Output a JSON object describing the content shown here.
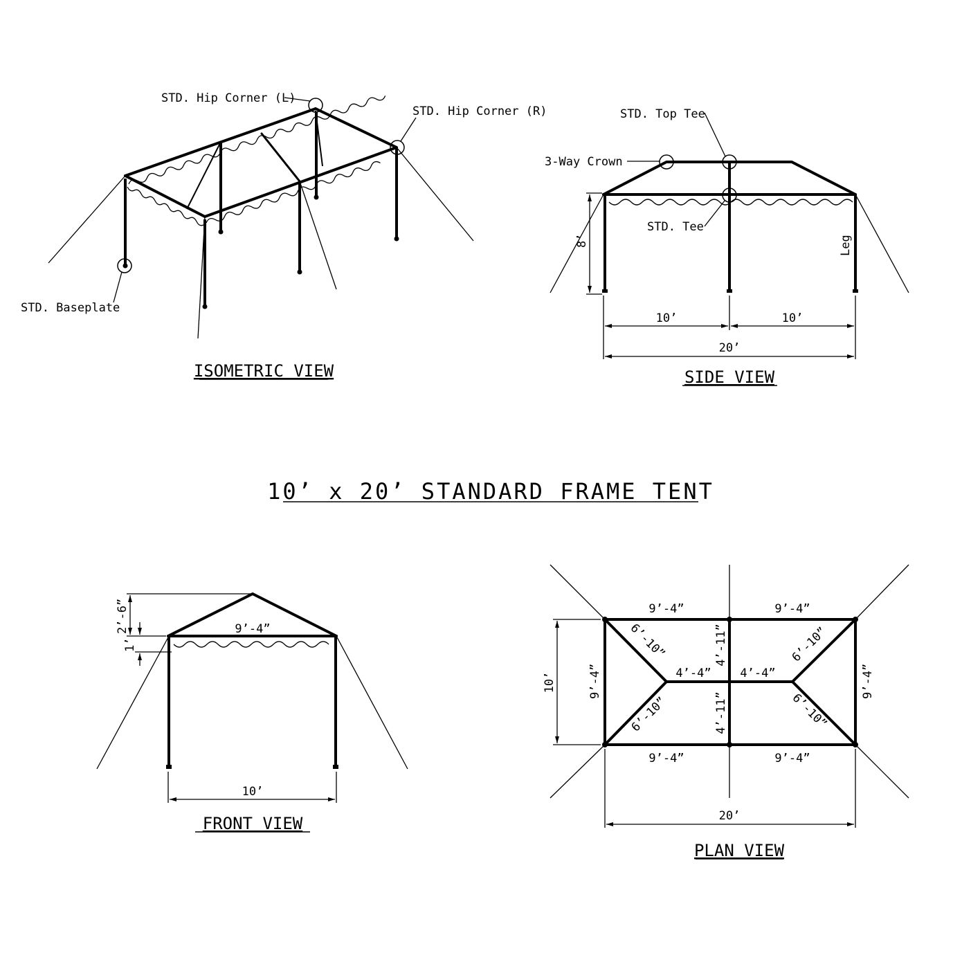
{
  "main_title": "10’ x 20’ STANDARD FRAME TENT",
  "views": {
    "isometric": {
      "title": "ISOMETRIC VIEW",
      "callouts": {
        "hip_corner_left": "STD. Hip Corner (L)",
        "hip_corner_right": "STD. Hip Corner (R)",
        "baseplate": "STD. Baseplate"
      }
    },
    "side": {
      "title": "SIDE VIEW",
      "callouts": {
        "top_tee": "STD. Top Tee",
        "three_way_crown": "3-Way Crown",
        "tee": "STD. Tee",
        "leg": "Leg"
      },
      "dims": {
        "height": "8’",
        "left_half": "10’",
        "right_half": "10’",
        "total": "20’"
      }
    },
    "front": {
      "title": "FRONT VIEW",
      "dims": {
        "roof_rise": "2’-6”",
        "valance": "1’",
        "rafter": "9’-4”",
        "width": "10’"
      }
    },
    "plan": {
      "title": "PLAN VIEW",
      "dims": {
        "top_left": "9’-4”",
        "top_right": "9’-4”",
        "bottom_left": "9’-4”",
        "bottom_right": "9’-4”",
        "left_end": "9’-4”",
        "right_end": "9’-4”",
        "diag_ul": "6’-10”",
        "diag_ur": "6’-10”",
        "diag_ll": "6’-10”",
        "diag_lr": "6’-10”",
        "ridge_left": "4’-4”",
        "ridge_right": "4’-4”",
        "center_upper": "4’-11”",
        "center_lower": "4’-11”",
        "width": "10’",
        "length": "20’"
      }
    }
  }
}
